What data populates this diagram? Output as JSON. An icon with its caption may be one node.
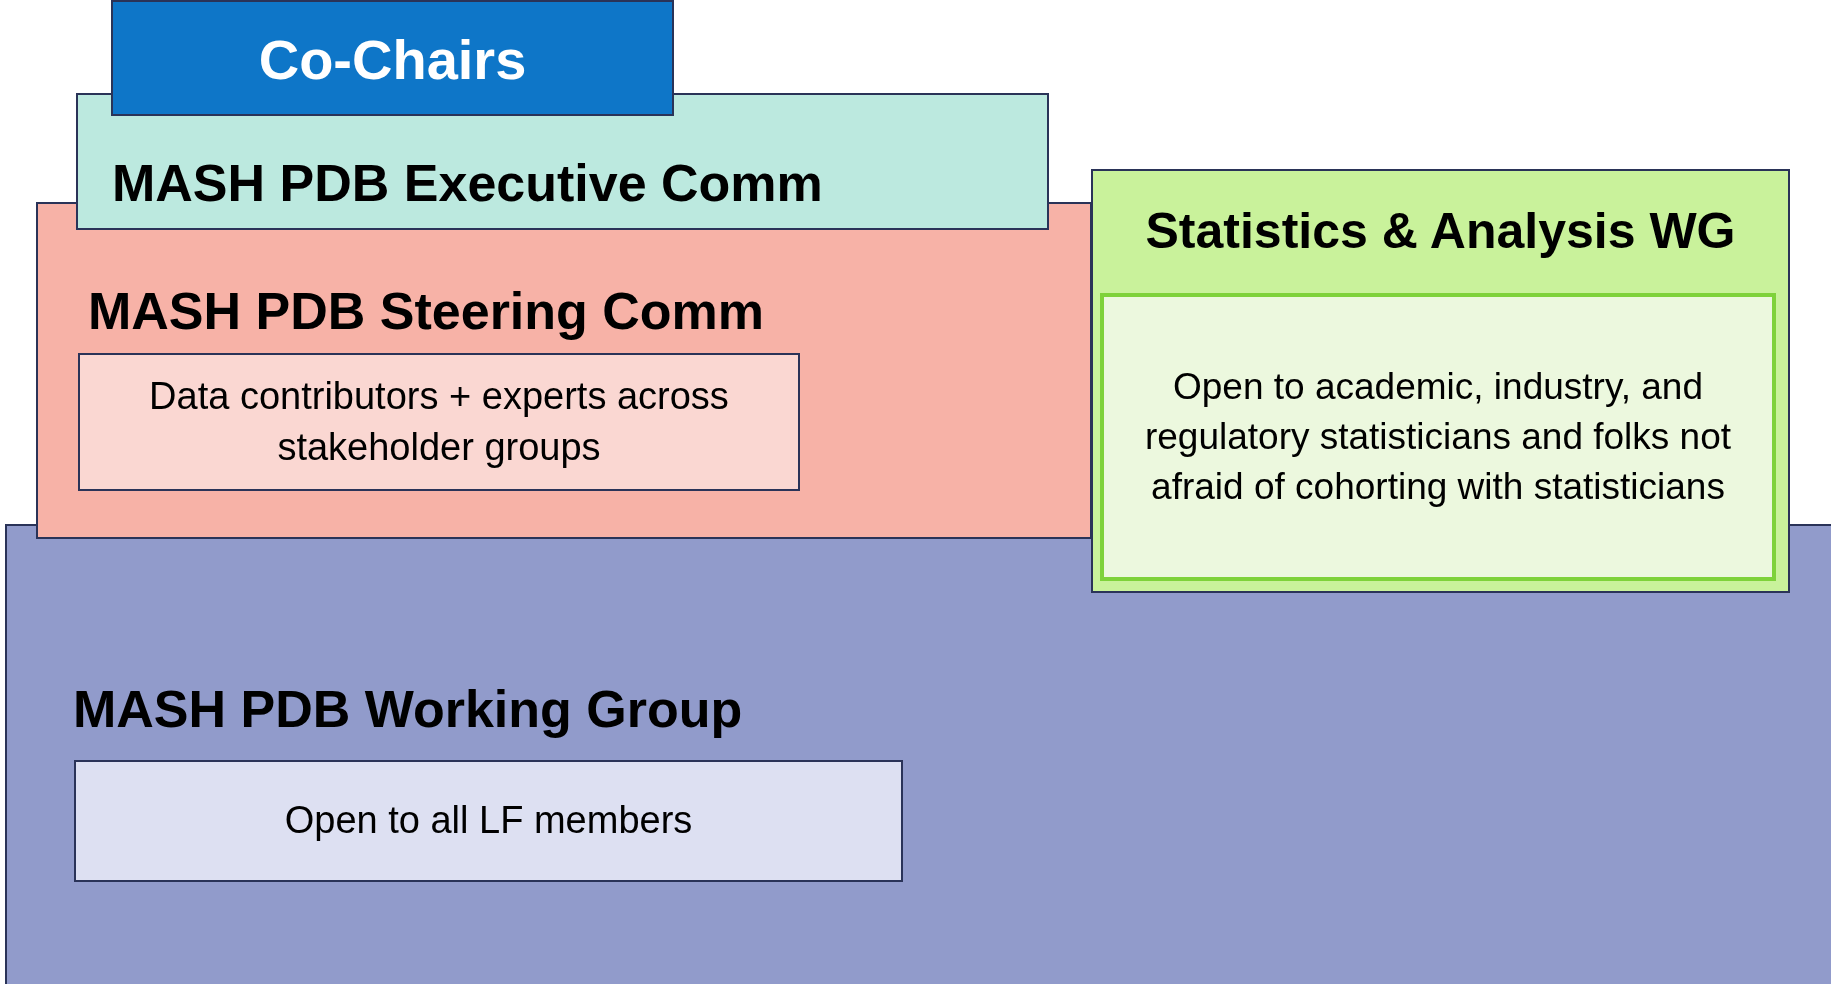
{
  "diagram": {
    "nodes": [
      {
        "text": [
          "Co-Chairs"
        ]
      },
      {
        "text": [
          "MASH PDB Executive Comm"
        ]
      },
      {
        "text": [
          "MASH PDB Steering Comm"
        ]
      },
      {
        "text": [
          "Data contributors + experts across stakeholder groups"
        ],
        "in": 2
      },
      {
        "text": [
          "Statistics & Analysis WG"
        ]
      },
      {
        "text": [
          "Open to academic, industry, and regulatory statisticians and folks not afraid of cohorting with statisticians"
        ],
        "in": 4
      },
      {
        "text": [
          "MASH PDB Working Group"
        ]
      },
      {
        "text": [
          "Open to all LF members"
        ],
        "in": 6
      }
    ]
  }
}
